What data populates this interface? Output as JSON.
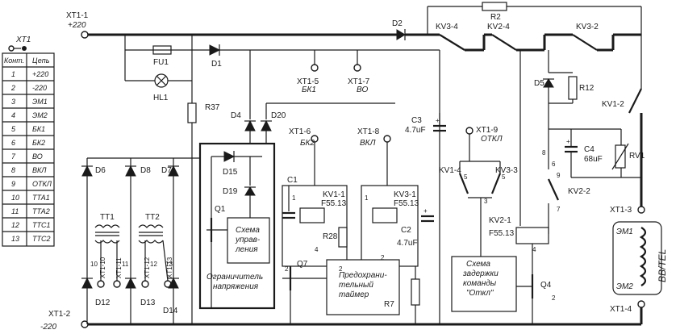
{
  "connector": {
    "name": "XT1",
    "header": [
      "Конт.",
      "Цепь"
    ],
    "rows": [
      [
        "1",
        "+220"
      ],
      [
        "2",
        "-220"
      ],
      [
        "3",
        "ЭМ1"
      ],
      [
        "4",
        "ЭМ2"
      ],
      [
        "5",
        "БК1"
      ],
      [
        "6",
        "БК2"
      ],
      [
        "7",
        "ВО"
      ],
      [
        "8",
        "ВКЛ"
      ],
      [
        "9",
        "ОТКЛ"
      ],
      [
        "10",
        "ТТА1"
      ],
      [
        "11",
        "ТТА2"
      ],
      [
        "12",
        "ТТС1"
      ],
      [
        "13",
        "ТТС2"
      ]
    ]
  },
  "labels": {
    "xt1_1": "XT1-1",
    "plus220": "+220",
    "xt1_2": "XT1-2",
    "minus220": "-220",
    "xt1_3": "XT1-3",
    "xt1_4": "XT1-4",
    "xt1_5": "XT1-5",
    "bk1": "БК1",
    "xt1_7": "XT1-7",
    "vo": "ВО",
    "xt1_6": "XT1-6",
    "bk2": "БК2",
    "xt1_8": "XT1-8",
    "vkl": "ВКЛ",
    "xt1_9": "XT1-9",
    "otkl": "ОТКЛ",
    "xt1_10": "XT1-10",
    "xt1_11": "XT1-11",
    "xt1_12": "XT1-12",
    "xt1_13": "XT1-13",
    "fu1": "FU1",
    "hl1": "HL1",
    "d1": "D1",
    "d2": "D2",
    "r2": "R2",
    "kv3_4": "KV3-4",
    "kv2_4": "KV2-4",
    "kv3_2": "KV3-2",
    "kv1_2": "KV1-2",
    "d5": "D5",
    "r12": "R12",
    "r37": "R37",
    "d4": "D4",
    "d20": "D20",
    "c3": "C3",
    "c3v": "4.7uF",
    "c4": "C4",
    "c4v": "68uF",
    "rv1": "RV1",
    "kv2_2": "KV2-2",
    "d6": "D6",
    "d8": "D8",
    "d7": "D7",
    "d15": "D15",
    "d19": "D19",
    "tt1": "TT1",
    "tt2": "TT2",
    "q1": "Q1",
    "ctrl1": "Схема",
    "ctrl2": "управ-",
    "ctrl3": "ления",
    "lim1": "Ограничитель",
    "lim2": "напряжения",
    "c1": "C1",
    "kv1_1": "KV1-1",
    "f1": "F55.13",
    "kv3_1": "KV3-1",
    "f2": "F55.13",
    "r28": "R28",
    "c2": "C2",
    "c2v": "4.7uF",
    "q7": "Q7",
    "r7": "R7",
    "tmr1": "Предохрани-",
    "tmr2": "тельный",
    "tmr3": "таймер",
    "kv1_4": "KV1-4",
    "kv3_3": "KV3-3",
    "kv2_1": "KV2-1",
    "f3": "F55.13",
    "del1": "Схема",
    "del2": "задержки",
    "del3": "команды",
    "del4": "\"Откл\"",
    "q4": "Q4",
    "em1": "ЭМ1",
    "em2": "ЭМ2",
    "bbtel": "BB/TEL",
    "d12": "D12",
    "d13": "D13",
    "d14": "D14"
  },
  "pins": [
    "10",
    "11",
    "12",
    "13",
    "2",
    "2",
    "2",
    "2",
    "1",
    "1",
    "4",
    "4",
    "3",
    "5",
    "5",
    "6",
    "9",
    "8",
    "7"
  ]
}
